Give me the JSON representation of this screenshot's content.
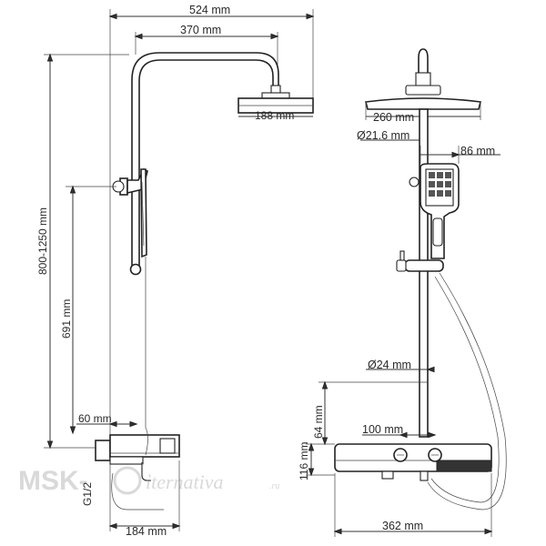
{
  "dimensions": {
    "width_total": "524 mm",
    "arm_reach": "370 mm",
    "head_side": "188 mm",
    "height_range": "800-1250 mm",
    "holder_height": "691 mm",
    "spout_offset": "60 mm",
    "thread": "G1/2",
    "base_side": "184 mm",
    "head_front": "260 mm",
    "pipe_top": "Ø21.6 mm",
    "handshower": "86 mm",
    "pipe_bottom": "Ø24 mm",
    "valve_offset": "64 mm",
    "mixer_height": "116 mm",
    "center_distance": "100 mm",
    "mixer_width": "362 mm"
  },
  "watermark": {
    "brand": "MSK-",
    "brand_tail": "lternativa",
    "suffix": ".ru"
  }
}
